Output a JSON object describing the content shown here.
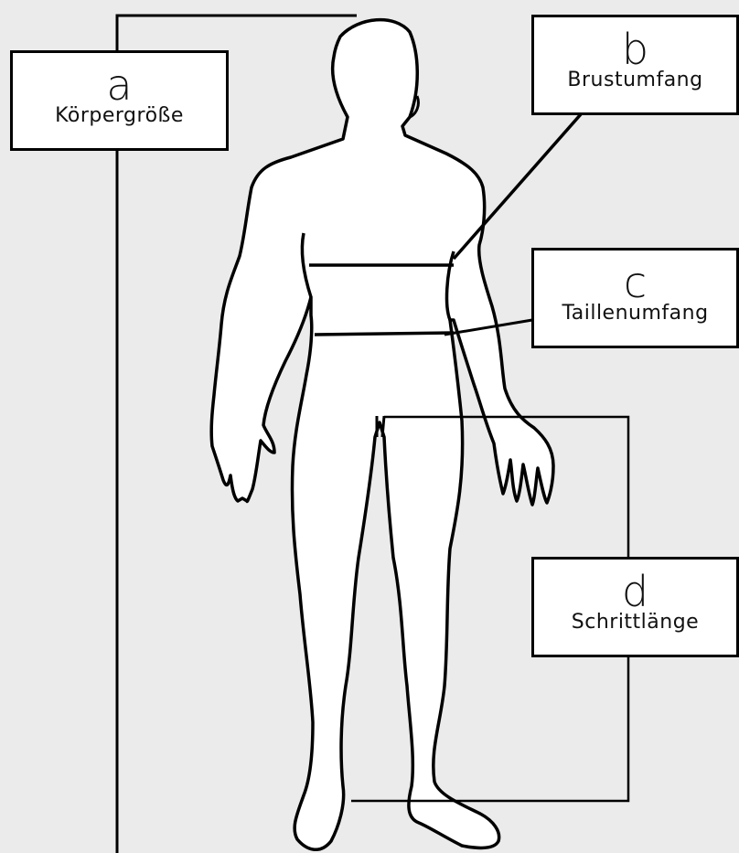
{
  "labels": {
    "a": {
      "letter": "a",
      "caption": "Körpergröße"
    },
    "b": {
      "letter": "b",
      "caption": "Brustumfang"
    },
    "c": {
      "letter": "c",
      "caption": "Taillenumfang"
    },
    "d": {
      "letter": "d",
      "caption": "Schrittlänge"
    }
  },
  "colors": {
    "background": "#ebebeb",
    "line": "#000000",
    "figure": "#ffffff"
  }
}
